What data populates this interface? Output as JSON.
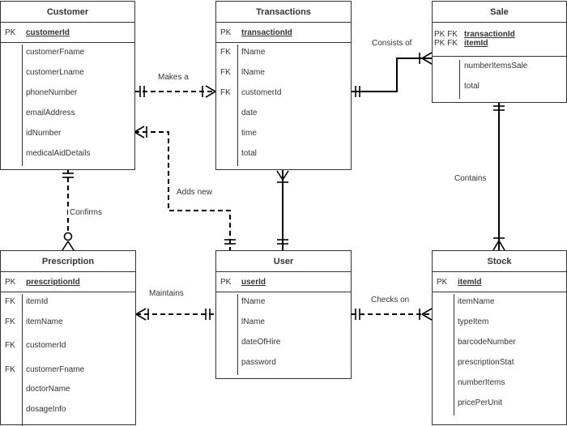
{
  "entities": {
    "customer": {
      "title": "Customer",
      "pk": {
        "key": "PK",
        "name": "customerId"
      },
      "attrs": [
        {
          "key": "",
          "name": "customerFname"
        },
        {
          "key": "",
          "name": "customerLname"
        },
        {
          "key": "",
          "name": "phoneNumber"
        },
        {
          "key": "",
          "name": "emailAddress"
        },
        {
          "key": "",
          "name": "idNumber"
        },
        {
          "key": "",
          "name": "medicalAidDetails"
        }
      ]
    },
    "transactions": {
      "title": "Transactions",
      "pk": {
        "key": "PK",
        "name": "transactionId"
      },
      "attrs": [
        {
          "key": "FK",
          "name": "fName"
        },
        {
          "key": "FK",
          "name": "lName"
        },
        {
          "key": "FK",
          "name": "customerId"
        },
        {
          "key": "",
          "name": "date"
        },
        {
          "key": "",
          "name": "time"
        },
        {
          "key": "",
          "name": "total"
        }
      ]
    },
    "sale": {
      "title": "Sale",
      "pk": {
        "key": "PK FK\nPK FK",
        "name1": "transactionId",
        "name2": "itemId"
      },
      "attrs": [
        {
          "key": "",
          "name": "numberItemsSale"
        },
        {
          "key": "",
          "name": "total"
        }
      ]
    },
    "prescription": {
      "title": "Prescription",
      "pk": {
        "key": "PK",
        "name": "prescriptionId"
      },
      "attrs": [
        {
          "key": "FK",
          "name": "itemId"
        },
        {
          "key": "FK",
          "name": "itemName"
        },
        {
          "key": "FK",
          "name": "customerId"
        },
        {
          "key": "FK",
          "name": "customerFname"
        },
        {
          "key": "",
          "name": "doctorName"
        },
        {
          "key": "",
          "name": "dosageInfo"
        }
      ]
    },
    "user": {
      "title": "User",
      "pk": {
        "key": "PK",
        "name": "userId"
      },
      "attrs": [
        {
          "key": "",
          "name": "fName"
        },
        {
          "key": "",
          "name": "lName"
        },
        {
          "key": "",
          "name": "dateOfHire"
        },
        {
          "key": "",
          "name": "password"
        }
      ]
    },
    "stock": {
      "title": "Stock",
      "pk": {
        "key": "PK",
        "name": "itemId"
      },
      "attrs": [
        {
          "key": "",
          "name": "itemName"
        },
        {
          "key": "",
          "name": "typeItem"
        },
        {
          "key": "",
          "name": "barcodeNumber"
        },
        {
          "key": "",
          "name": "prescriptionStat"
        },
        {
          "key": "",
          "name": "numberItems"
        },
        {
          "key": "",
          "name": "pricePerUnit"
        }
      ]
    }
  },
  "relationships": {
    "makes_a": "Makes a",
    "consists_of": "Consists of",
    "adds_new": "Adds new",
    "confirms": "Confirms",
    "contains": "Contains",
    "maintains": "Maintains",
    "checks_on": "Checks on"
  },
  "colors": {
    "line": "#000000",
    "border": "#333333",
    "text": "#333333"
  }
}
